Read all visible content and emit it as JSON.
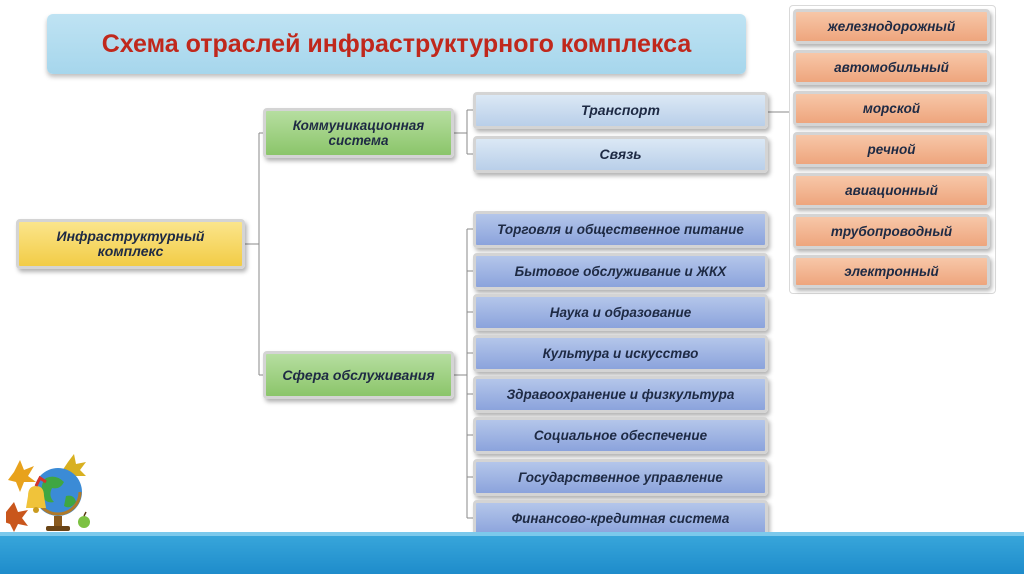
{
  "title": "Схема отраслей инфраструктурного комплекса",
  "root": "Инфраструктурный комплекс",
  "branches": [
    {
      "label": "Коммуникационная система"
    },
    {
      "label": "Сфера обслуживания"
    }
  ],
  "communication_items": [
    "Транспорт",
    "Связь"
  ],
  "service_items": [
    "Торговля и общественное питание",
    "Бытовое обслуживание и ЖКХ",
    "Наука и образование",
    "Культура и искусство",
    "Здравоохранение и физкультура",
    "Социальное обеспечение",
    "Государственное управление",
    "Финансово-кредитная система"
  ],
  "transport_types": [
    "железнодорожный",
    "автомобильный",
    "морской",
    "речной",
    "авиационный",
    "трубопроводный",
    "электронный"
  ],
  "colors": {
    "title_text": "#c0281c",
    "banner": "#a6d6ec",
    "root": "#f2cc46",
    "branch": "#8bc56a",
    "communication": "#b9cfe9",
    "service": "#8ba3dc",
    "transport": "#eea57d"
  },
  "icons": {
    "corner_decoration": "globe-bell-leaves-icon"
  }
}
